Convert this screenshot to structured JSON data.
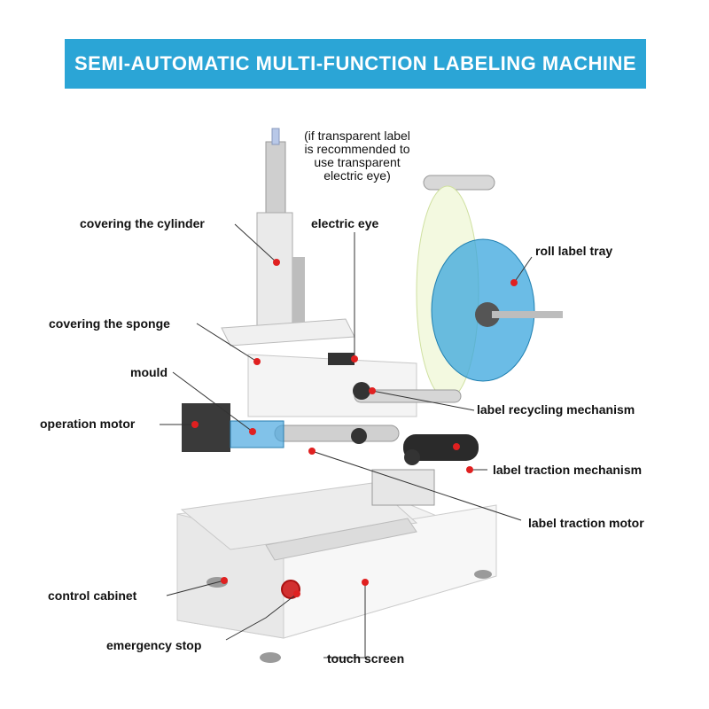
{
  "title": "SEMI-AUTOMATIC MULTI-FUNCTION LABELING MACHINE",
  "note": "(if transparent label is recommended to use transparent electric eye)",
  "labels": {
    "covering_cylinder": "covering the cylinder",
    "electric_eye": "electric eye",
    "roll_label_tray": "roll label tray",
    "covering_sponge": "covering the sponge",
    "mould": "mould",
    "operation_motor": "operation motor",
    "label_recycling": "label recycling  mechanism",
    "label_traction": "label traction mechanism",
    "label_traction_motor": "label traction motor",
    "control_cabinet": "control cabinet",
    "emergency_stop": "emergency stop",
    "touch_screen": "touch screen"
  },
  "colors": {
    "banner": "#2ba5d6",
    "marker": "#e02020",
    "tray": "#3aa6dd"
  }
}
